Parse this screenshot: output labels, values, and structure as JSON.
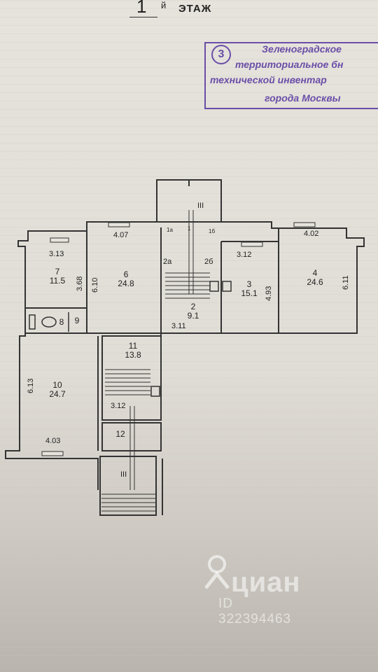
{
  "header": {
    "floor_number": "1",
    "floor_suffix": "й",
    "floor_word": "ЭТАЖ"
  },
  "stamp": {
    "number": "3",
    "lines": [
      "Зеленоградское",
      "территориальное бн",
      "технической инвентар",
      "города Москвы"
    ]
  },
  "stairs": {
    "top_label": "III",
    "bottom_label": "III"
  },
  "rooms": [
    {
      "id": "7",
      "area": "11.5"
    },
    {
      "id": "6",
      "area": "24.8"
    },
    {
      "id": "2",
      "area": "9.1"
    },
    {
      "id": "3",
      "area": "15.1"
    },
    {
      "id": "4",
      "area": "24.6"
    },
    {
      "id": "10",
      "area": "24.7"
    },
    {
      "id": "11",
      "area": "13.8"
    },
    {
      "id": "12",
      "area": ""
    },
    {
      "id": "8",
      "area": ""
    },
    {
      "id": "9",
      "area": ""
    }
  ],
  "sublabels": {
    "r1a": "1а",
    "r1": "1",
    "r1b": "1б",
    "r2a": "2а",
    "r2b": "2б"
  },
  "dimensions": {
    "d313": "3.13",
    "d407": "4.07",
    "d312": "3.12",
    "d402": "4.02",
    "d368": "3.68",
    "d610": "6.10",
    "d493": "4.93",
    "d611": "6.11",
    "d311": "3.11",
    "d613": "6.13",
    "d403": "4.03",
    "d312b": "3.12"
  },
  "watermark": {
    "brand": "циан",
    "id": "ID 322394463"
  }
}
